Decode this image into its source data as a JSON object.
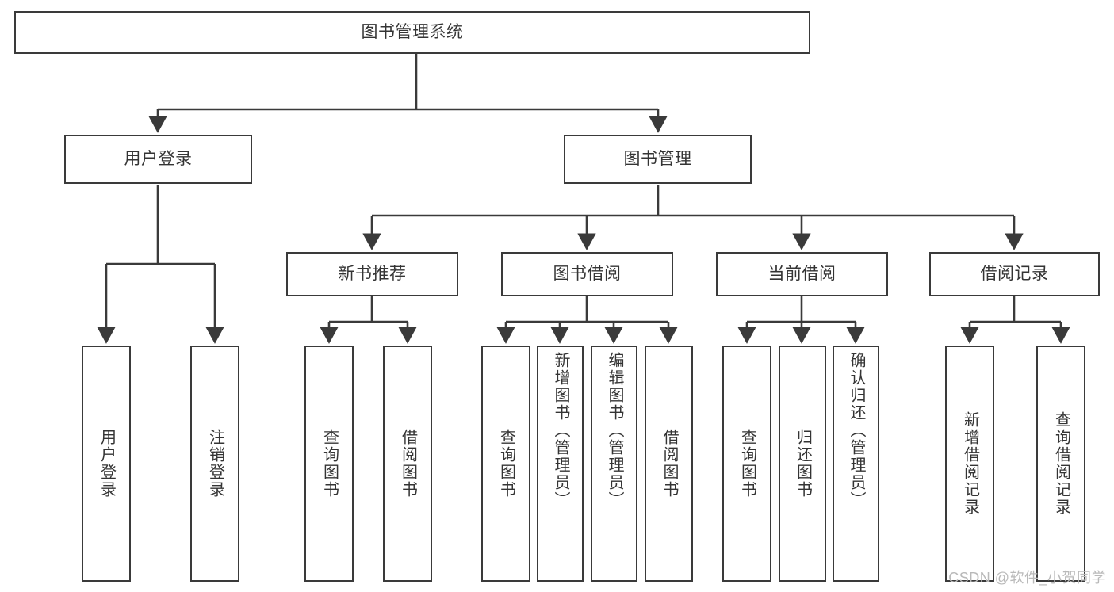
{
  "diagram": {
    "title": "图书管理系统",
    "type": "tree",
    "watermark": "CSDN @软件_小贺同学",
    "colors": {
      "border": "#3a3a3a",
      "text": "#343434",
      "background": "#ffffff",
      "connector": "#3a3a3a",
      "watermark": "#b9b9b9"
    },
    "nodes": {
      "root": {
        "label": "图书管理系统"
      },
      "level2": [
        {
          "label": "用户登录"
        },
        {
          "label": "图书管理"
        }
      ],
      "level3": [
        {
          "label": "新书推荐"
        },
        {
          "label": "图书借阅"
        },
        {
          "label": "当前借阅"
        },
        {
          "label": "借阅记录"
        }
      ],
      "leaves": {
        "user_login": [
          {
            "label": "用户登录"
          },
          {
            "label": "注销登录"
          }
        ],
        "new_book_recommend": [
          {
            "label": "查询图书"
          },
          {
            "label": "借阅图书"
          }
        ],
        "book_borrow": [
          {
            "label": "查询图书"
          },
          {
            "label": "新增图书（管理员）"
          },
          {
            "label": "编辑图书（管理员）"
          },
          {
            "label": "借阅图书"
          }
        ],
        "current_borrow": [
          {
            "label": "查询图书"
          },
          {
            "label": "归还图书"
          },
          {
            "label": "确认归还（管理员）"
          }
        ],
        "borrow_records": [
          {
            "label": "新增借阅记录"
          },
          {
            "label": "查询借阅记录"
          }
        ]
      }
    }
  }
}
